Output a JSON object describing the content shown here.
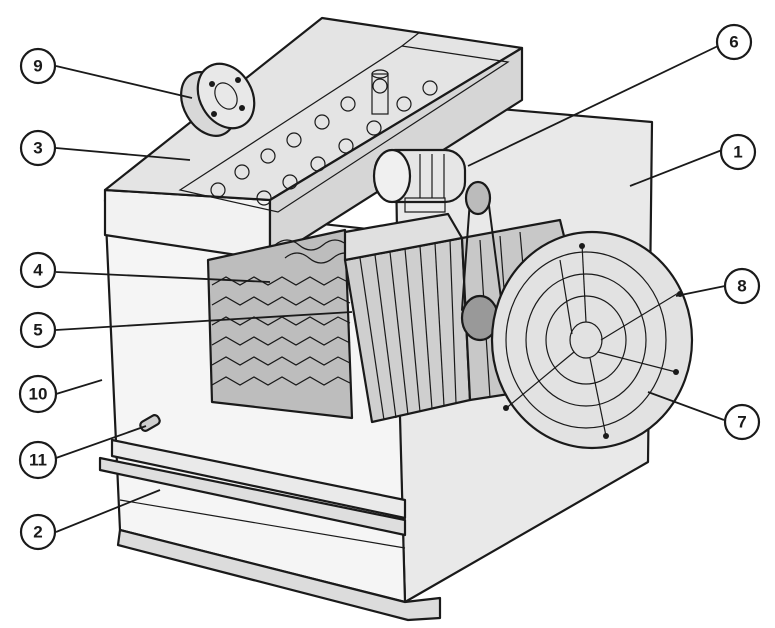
{
  "colors": {
    "ink": "#1a1a1a",
    "body_light": "#f4f4f4",
    "body_mid": "#e6e6e6",
    "body_shade": "#d4d4d4",
    "pad": "#bdbdbd",
    "coil": "#cfcfcf",
    "background": "#ffffff"
  },
  "callouts": [
    {
      "id": "c9",
      "label": "9"
    },
    {
      "id": "c3",
      "label": "3"
    },
    {
      "id": "c6",
      "label": "6"
    },
    {
      "id": "c1",
      "label": "1"
    },
    {
      "id": "c4",
      "label": "4"
    },
    {
      "id": "c8",
      "label": "8"
    },
    {
      "id": "c5",
      "label": "5"
    },
    {
      "id": "c10",
      "label": "10"
    },
    {
      "id": "c7",
      "label": "7"
    },
    {
      "id": "c11",
      "label": "11"
    },
    {
      "id": "c2",
      "label": "2"
    }
  ]
}
